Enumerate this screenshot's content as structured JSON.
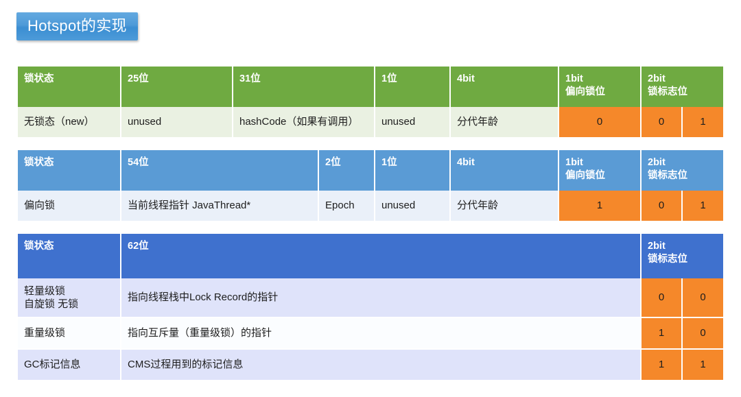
{
  "title": {
    "text": "Hotspot的实现"
  },
  "colors": {
    "green_header": "#6faa41",
    "green_body": "#eaf1e2",
    "blue_header": "#5a9bd5",
    "blue_body": "#eaf0f9",
    "deep_blue_header": "#3f71ce",
    "lavender_body": "#dfe3fa",
    "white_body": "#fbfdff",
    "orange": "#f5882a",
    "badge_blue": "#4e9ad8"
  },
  "tables": [
    {
      "name": "no-lock-table",
      "theme": "green",
      "headers": [
        {
          "line1": "锁状态",
          "line2": ""
        },
        {
          "line1": "25位",
          "line2": ""
        },
        {
          "line1": "31位",
          "line2": ""
        },
        {
          "line1": "1位",
          "line2": ""
        },
        {
          "line1": "4bit",
          "line2": ""
        },
        {
          "line1": "1bit",
          "line2": "偏向锁位"
        },
        {
          "line1": "2bit",
          "line2": "锁标志位"
        }
      ],
      "rows": [
        {
          "state": "无锁态（new）",
          "c2": "unused",
          "c3": "hashCode（如果有调用）",
          "c4": "unused",
          "c5": "分代年龄",
          "bias_bit": "0",
          "lock_bit_1": "0",
          "lock_bit_2": "1"
        }
      ]
    },
    {
      "name": "biased-lock-table",
      "theme": "blue",
      "headers": [
        {
          "line1": "锁状态",
          "line2": ""
        },
        {
          "line1": "54位",
          "line2": ""
        },
        {
          "line1": "2位",
          "line2": ""
        },
        {
          "line1": "1位",
          "line2": ""
        },
        {
          "line1": "4bit",
          "line2": ""
        },
        {
          "line1": "1bit",
          "line2": "偏向锁位"
        },
        {
          "line1": "2bit",
          "line2": "锁标志位"
        }
      ],
      "rows": [
        {
          "state": "偏向锁",
          "c2": "当前线程指针 JavaThread*",
          "c3": "Epoch",
          "c4": "unused",
          "c5": "分代年龄",
          "bias_bit": "1",
          "lock_bit_1": "0",
          "lock_bit_2": "1"
        }
      ]
    },
    {
      "name": "lightweight-lock-table",
      "theme": "deep-blue",
      "headers": [
        {
          "line1": "锁状态",
          "line2": ""
        },
        {
          "line1": "62位",
          "line2": ""
        },
        {
          "line1": "2bit",
          "line2": "锁标志位"
        }
      ],
      "rows": [
        {
          "state_line1": "轻量级锁",
          "state_line2": "自旋锁 无锁",
          "desc": "指向线程栈中Lock Record的指针",
          "lock_bit_1": "0",
          "lock_bit_2": "0"
        },
        {
          "state_line1": "重量级锁",
          "state_line2": "",
          "desc": "指向互斥量（重量级锁）的指针",
          "lock_bit_1": "1",
          "lock_bit_2": "0"
        },
        {
          "state_line1": "GC标记信息",
          "state_line2": "",
          "desc": "CMS过程用到的标记信息",
          "lock_bit_1": "1",
          "lock_bit_2": "1"
        }
      ]
    }
  ]
}
